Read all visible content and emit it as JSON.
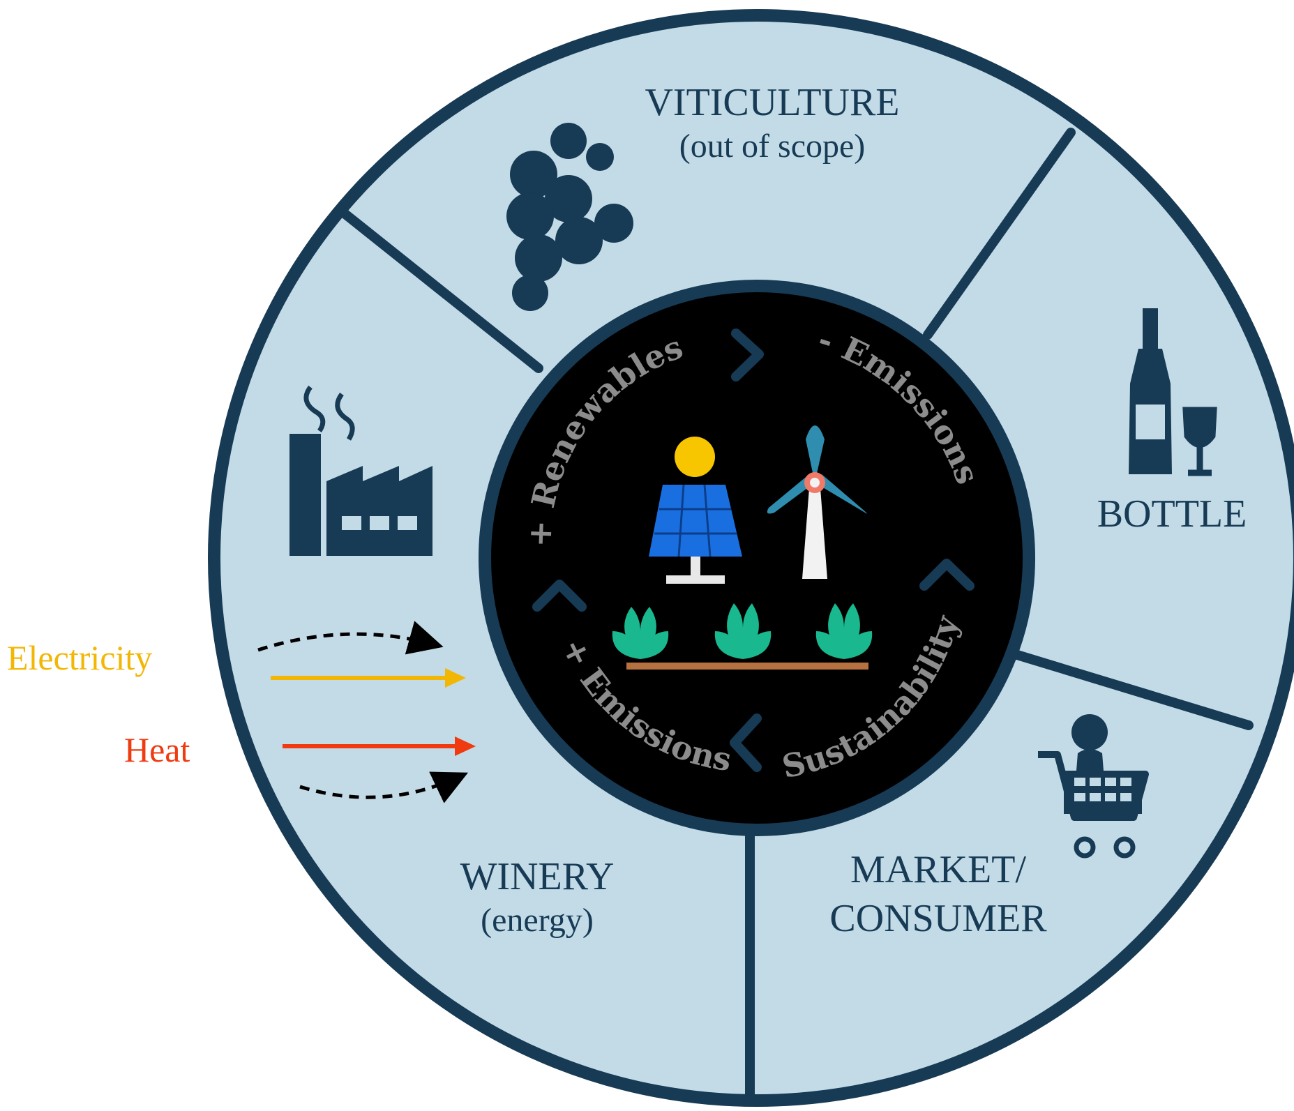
{
  "segments": {
    "viticulture": {
      "title": "VITICULTURE",
      "subtitle": "(out of scope)"
    },
    "bottle": {
      "title": "BOTTLE"
    },
    "market": {
      "title_line1": "MARKET/",
      "title_line2": "CONSUMER"
    },
    "winery": {
      "title": "WINERY",
      "subtitle": "(energy)"
    }
  },
  "center": {
    "arc_labels": {
      "renewables": "+ Renewables",
      "minus_emissions": "- Emissions",
      "sustainability": "Sustainability",
      "plus_emissions": "+ Emissions"
    }
  },
  "flows": {
    "electricity": {
      "label": "Electricity",
      "color": "#f2b705"
    },
    "heat": {
      "label": "Heat",
      "color": "#f03a0f"
    }
  },
  "icons": [
    "grapes-icon",
    "wine-bottle-icon",
    "wine-glass-icon",
    "shopping-cart-icon",
    "person-icon",
    "factory-icon",
    "solar-panel-icon",
    "sun-icon",
    "wind-turbine-icon",
    "plant-icon"
  ],
  "colors": {
    "ring_fill": "#c3dbe7",
    "ring_stroke": "#173a55",
    "center_fill": "#000000",
    "arc_text": "#8c8c8c",
    "chevron": "#173a55",
    "plant": "#19b88f",
    "solar_panel": "#1a6fe0",
    "sun": "#f7c600",
    "turbine_blade": "#2f8eb0",
    "turbine_hub": "#f07a6a"
  }
}
